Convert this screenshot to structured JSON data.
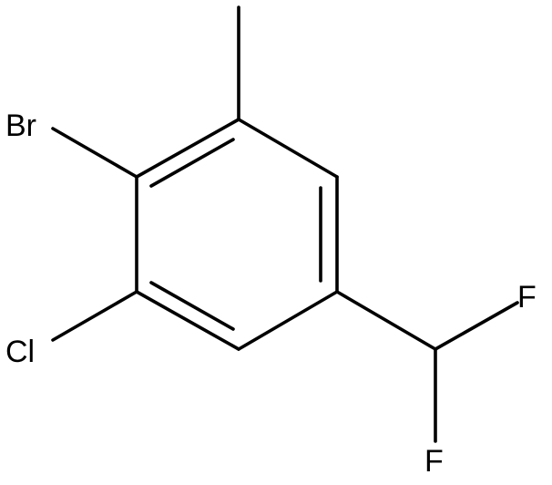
{
  "atoms": {
    "bromine": "Br",
    "chlorine": "Cl",
    "fluorine_top": "F",
    "fluorine_bottom": "F"
  },
  "colors": {
    "bond": "#000000",
    "text": "#000000",
    "background": "#ffffff"
  }
}
